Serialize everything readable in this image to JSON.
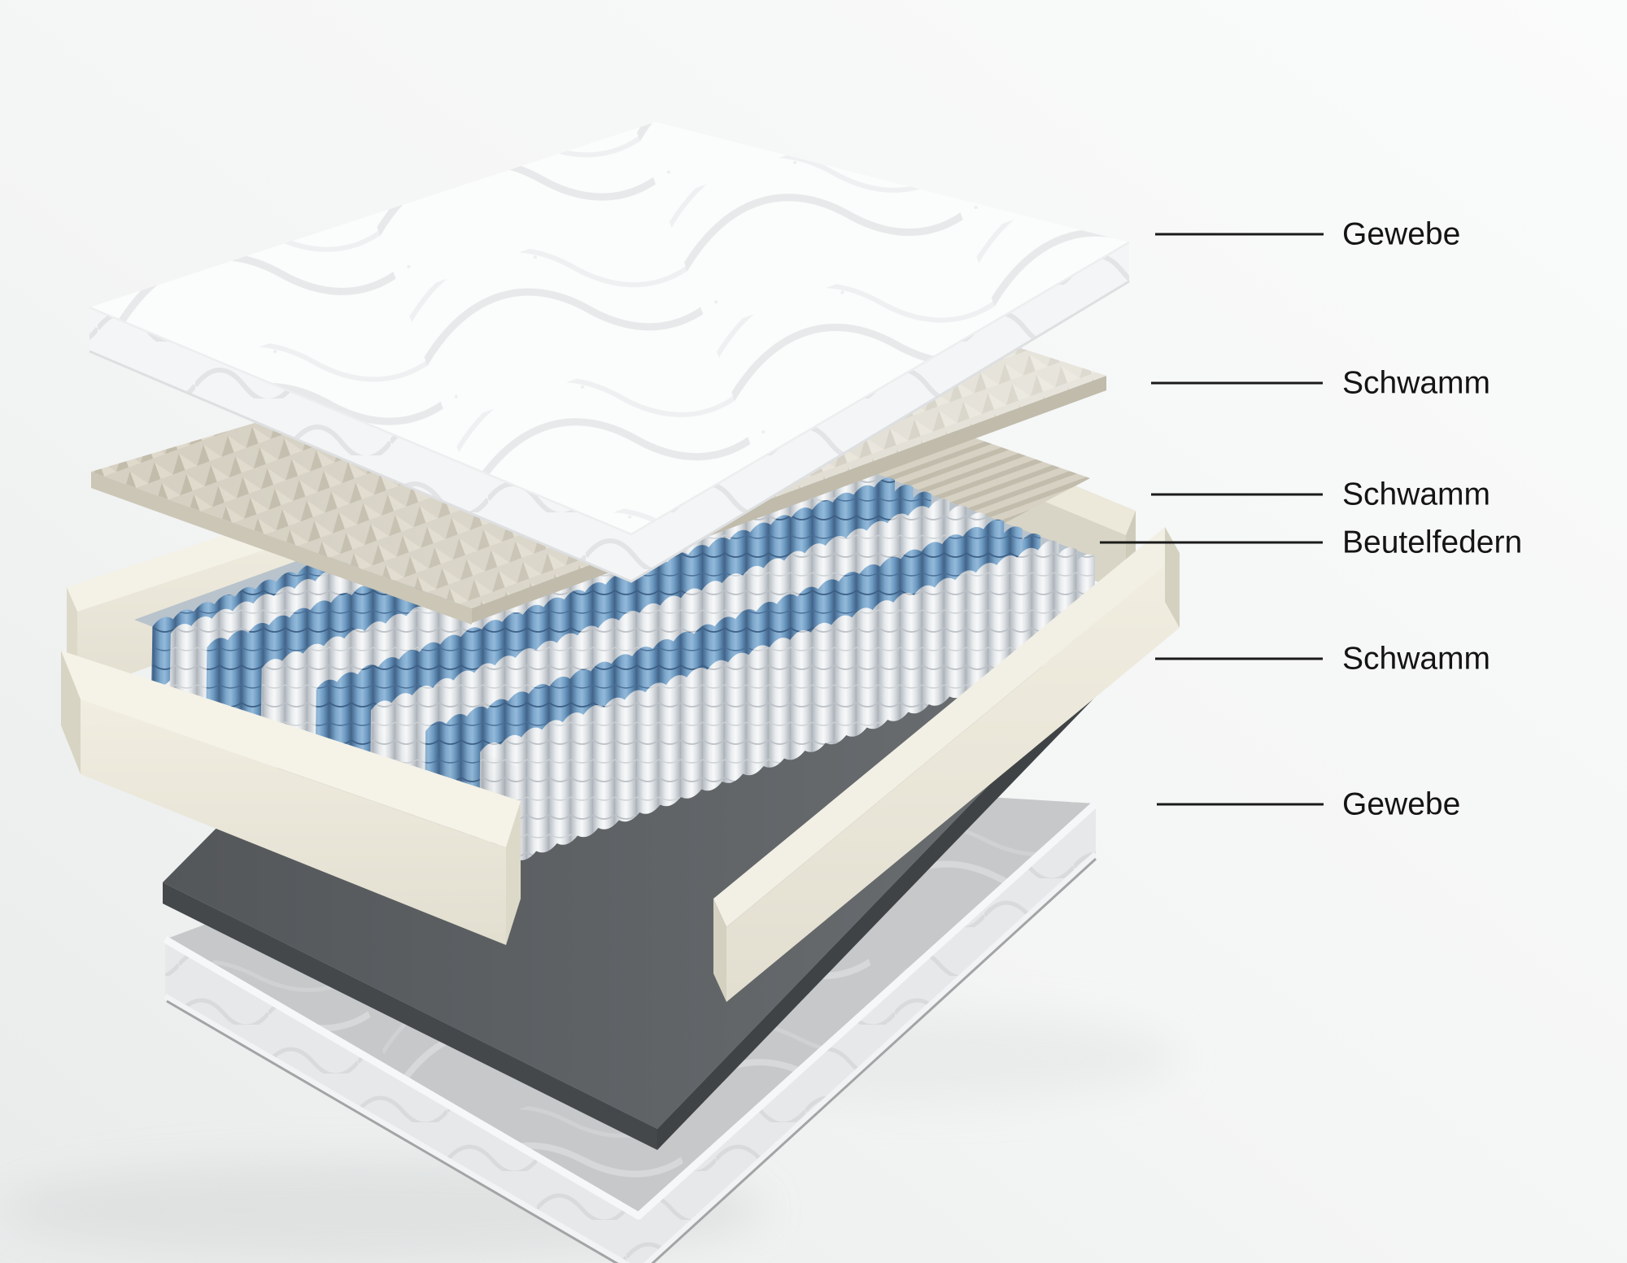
{
  "diagram": {
    "subject": "mattress-layers-exploded-view",
    "callouts": [
      {
        "id": "top-cover",
        "label": "Gewebe"
      },
      {
        "id": "eggcrate-foam",
        "label": "Schwamm"
      },
      {
        "id": "foam-frame",
        "label": "Schwamm"
      },
      {
        "id": "pocket-springs",
        "label": "Beutelfedern"
      },
      {
        "id": "base-foam",
        "label": "Schwamm"
      },
      {
        "id": "bottom-cover",
        "label": "Gewebe"
      }
    ],
    "palette": {
      "background": "#f6f7f7",
      "label_text": "#141414",
      "leader_line": "#1a1a1a",
      "cover_white": "#fbfcfd",
      "foam_rail_cream": "#f3f0e5",
      "eggcrate_cream": "#d6d1c3",
      "spring_white": "#e9ecee",
      "spring_blue": "#6d9ac2",
      "base_foam_gray": "#595d60",
      "bottom_cover_gray": "#c7c9cb"
    }
  }
}
